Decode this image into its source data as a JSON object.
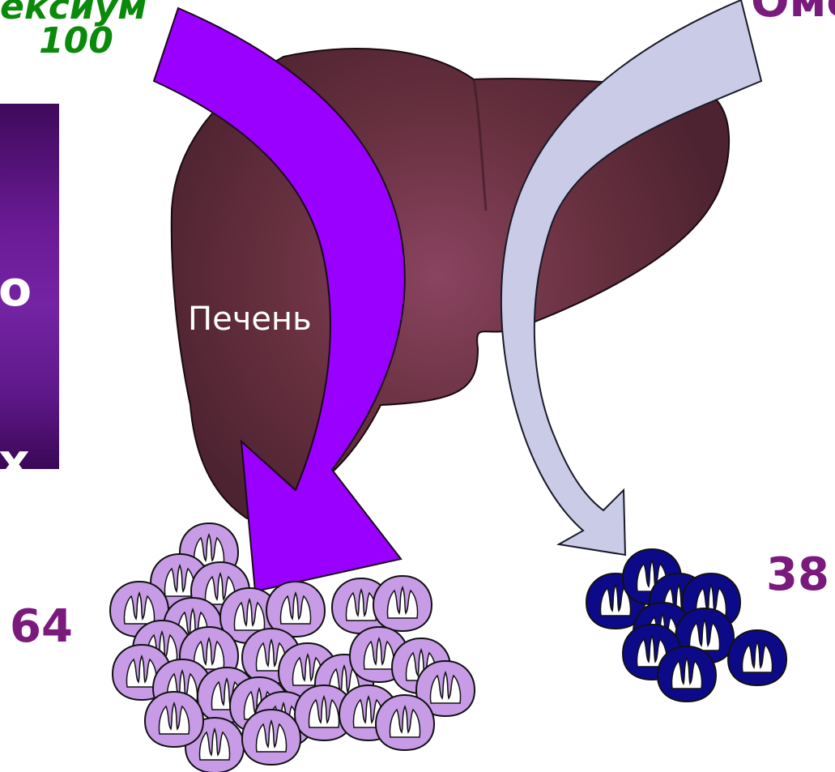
{
  "labels": {
    "left_drug_line1": "ексиум",
    "left_drug_dose": "100",
    "right_drug_partial": "Оме",
    "panel_text_top": "о",
    "panel_text_bottom": "х",
    "organ_label": "Печень",
    "left_count": "64",
    "right_count": "38"
  },
  "colors": {
    "liver": "#5e2a3b",
    "left_arrow": "#9900ff",
    "right_arrow": "#cacbe6",
    "left_cells": "#c79be6",
    "right_cells": "#0d0a8a",
    "label_purple": "#7b1a7d",
    "label_green": "#0a8a0a"
  },
  "diagram": {
    "left_cell_count_drawn": 28,
    "right_cell_count_drawn": 9
  }
}
